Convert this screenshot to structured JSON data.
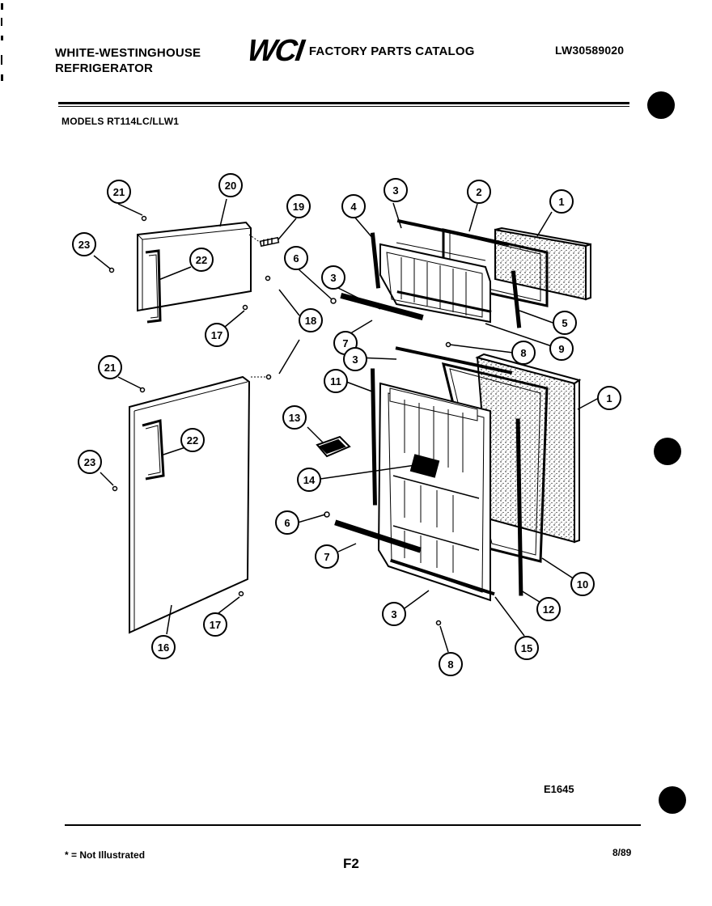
{
  "header": {
    "brand_line1": "WHITE-WESTINGHOUSE",
    "brand_line2": "REFRIGERATOR",
    "logo_text": "WCI",
    "catalog_title": "FACTORY PARTS CATALOG",
    "catalog_number": "LW30589020"
  },
  "models": "MODELS RT114LC/LLW1",
  "callouts": {
    "c1a": "1",
    "c2": "2",
    "c3a": "3",
    "c4": "4",
    "c5": "5",
    "c6a": "6",
    "c3b": "3",
    "c7a": "7",
    "c8a": "8",
    "c9": "9",
    "c3c": "3",
    "c11": "11",
    "c1b": "1",
    "c13": "13",
    "c14": "14",
    "c6b": "6",
    "c7b": "7",
    "c10": "10",
    "c12": "12",
    "c3d": "3",
    "c15": "15",
    "c8b": "8",
    "c21a": "21",
    "c20": "20",
    "c19": "19",
    "c23a": "23",
    "c22a": "22",
    "c17a": "17",
    "c18": "18",
    "c21b": "21",
    "c22b": "22",
    "c23b": "23",
    "c16": "16",
    "c17b": "17"
  },
  "diagram_code": "E1645",
  "footer": {
    "note": "* = Not Illustrated",
    "page": "F2",
    "date": "8/89"
  }
}
